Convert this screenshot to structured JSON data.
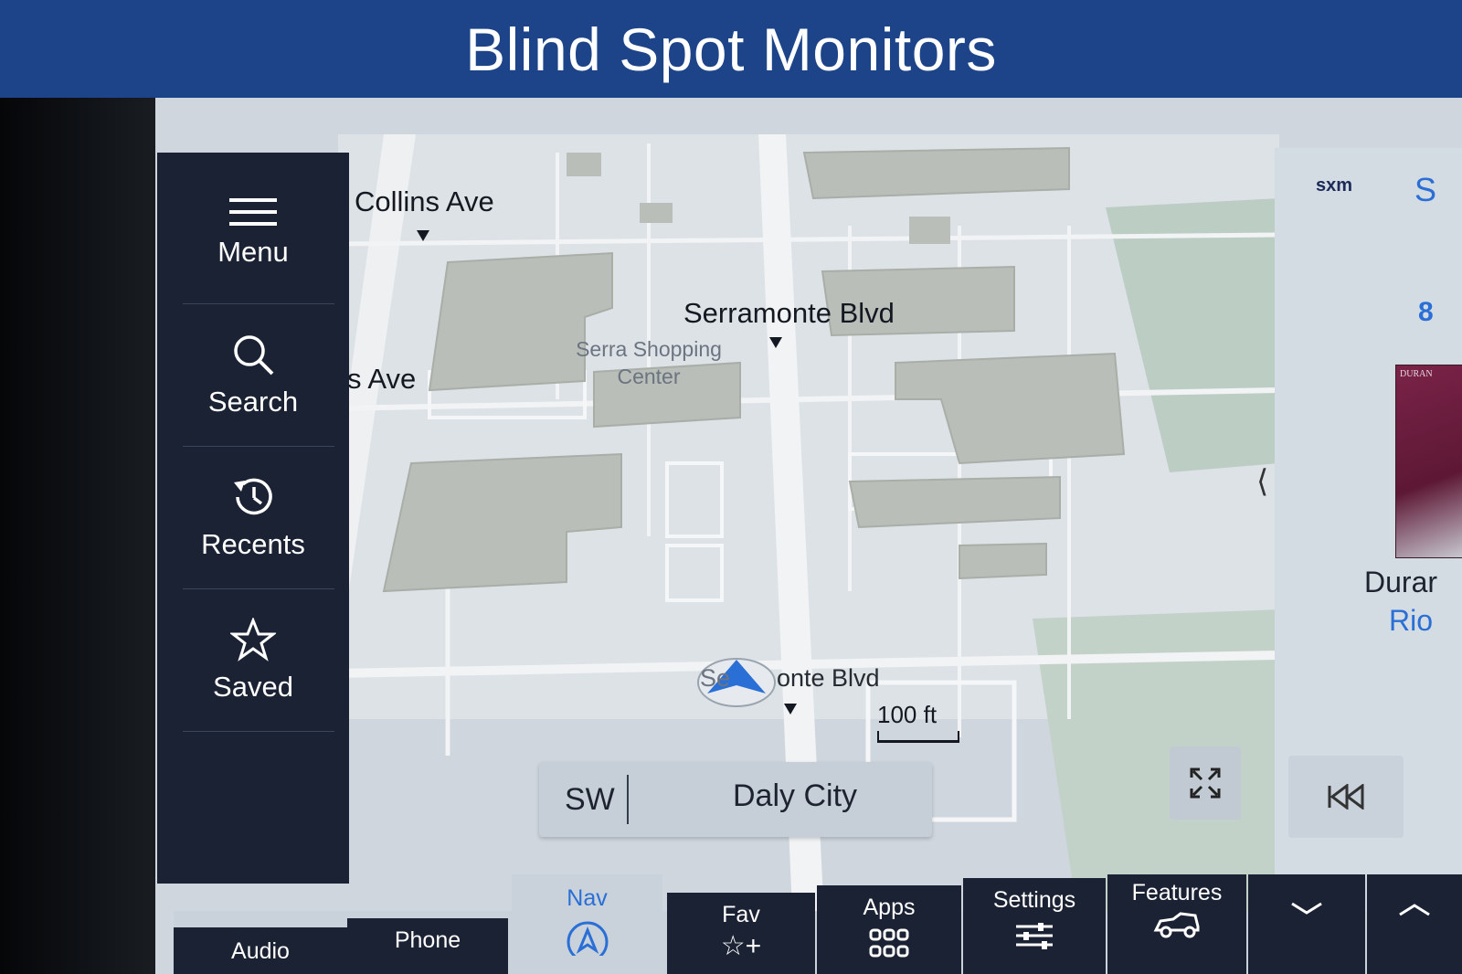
{
  "banner": {
    "title": "Blind Spot Monitors"
  },
  "side_menu": {
    "items": [
      {
        "label": "Menu",
        "icon": "hamburger-icon"
      },
      {
        "label": "Search",
        "icon": "search-icon"
      },
      {
        "label": "Recents",
        "icon": "history-icon"
      },
      {
        "label": "Saved",
        "icon": "star-icon"
      }
    ]
  },
  "map": {
    "street_labels": [
      "Collins Ave",
      "Serramonte Blvd",
      "s Ave",
      "Se",
      "onte Blvd"
    ],
    "poi_label": [
      "Serra Shopping",
      "Center"
    ],
    "scale_label": "100 ft"
  },
  "destination_bar": {
    "heading": "SW",
    "city": "Daly City"
  },
  "right_panel": {
    "source_logo": "sxm",
    "header_partial": "S",
    "channel_partial": "8",
    "artist_partial": "Durar",
    "song_partial": "Rio",
    "album_text": "DURAN",
    "prev_icon": "skip-previous-icon"
  },
  "bottom_bar": {
    "tabs": [
      {
        "label": "Audio"
      },
      {
        "label": "Phone"
      },
      {
        "label": "Nav",
        "active": true
      },
      {
        "label": "Fav"
      },
      {
        "label": "Apps"
      },
      {
        "label": "Settings"
      },
      {
        "label": "Features"
      }
    ]
  },
  "colors": {
    "banner": "#1d4488",
    "panel_dark": "#1b2233",
    "map_bg": "#cfd6de",
    "nav_active": "#2a6fd6"
  }
}
